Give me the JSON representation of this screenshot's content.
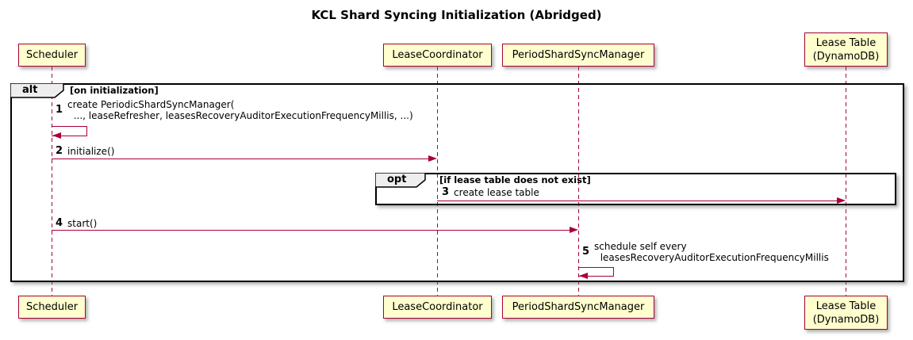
{
  "title": "KCL Shard Syncing Initialization (Abridged)",
  "participants": {
    "scheduler": {
      "label": "Scheduler"
    },
    "lease_coordinator": {
      "label": "LeaseCoordinator"
    },
    "period_shard_sync_manager": {
      "label": "PeriodShardSyncManager"
    },
    "lease_table": {
      "label": "Lease Table\n(DynamoDB)"
    }
  },
  "frames": {
    "alt": {
      "operator": "alt",
      "guard": "[on initialization]"
    },
    "opt": {
      "operator": "opt",
      "guard": "[if lease table does not exist]"
    }
  },
  "messages": {
    "m1": {
      "num": "1",
      "text": "create PeriodicShardSyncManager(\n  ..., leaseRefresher, leasesRecoveryAuditorExecutionFrequencyMillis, ...)"
    },
    "m2": {
      "num": "2",
      "text": "initialize()"
    },
    "m3": {
      "num": "3",
      "text": "create lease table"
    },
    "m4": {
      "num": "4",
      "text": "start()"
    },
    "m5": {
      "num": "5",
      "text": "schedule self every\n  leasesRecoveryAuditorExecutionFrequencyMillis"
    }
  },
  "colors": {
    "participant_fill": "#FEFECE",
    "participant_border": "#A80036",
    "lifeline": "#A80036",
    "arrow": "#A80036",
    "frame_border": "#000000",
    "frame_tab_fill": "#EEEEEE",
    "background": "#FFFFFF"
  }
}
